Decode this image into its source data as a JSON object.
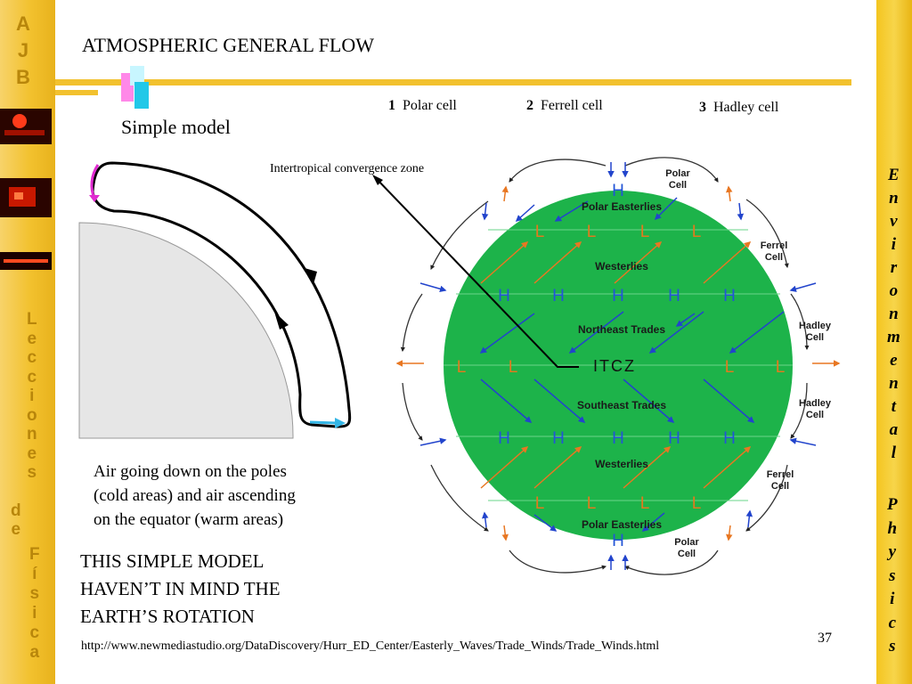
{
  "slide": {
    "title": "ATMOSPHERIC GENERAL FLOW",
    "subtitle": "Simple model",
    "page_number": "37",
    "url": "http://www.newmediastudio.org/DataDiscovery/Hurr_ED_Center/Easterly_Waves/Trade_Winds/Trade_Winds.html"
  },
  "left_strip": {
    "top_letters": [
      "A",
      "J",
      "B"
    ],
    "lecciones": [
      "L",
      "e",
      "c",
      "c",
      "i",
      "o",
      "n",
      "e",
      "s"
    ],
    "de": [
      "d",
      "e"
    ],
    "fisica": [
      "F",
      "í",
      "s",
      "i",
      "c",
      "a"
    ]
  },
  "right_strip": {
    "environmental": [
      "E",
      "n",
      "v",
      "i",
      "r",
      "o",
      "n",
      "m",
      "e",
      "n",
      "t",
      "a",
      "l"
    ],
    "physics": [
      "P",
      "h",
      "y",
      "s",
      "i",
      "c",
      "s"
    ]
  },
  "cells_legend": [
    {
      "num": "1",
      "label": "Polar cell"
    },
    {
      "num": "2",
      "label": "Ferrell cell"
    },
    {
      "num": "3",
      "label": "Hadley cell"
    }
  ],
  "simple_model": {
    "caption_lines": [
      "Air going down on the poles",
      "(cold areas) and air ascending",
      "on the equator (warm areas)"
    ],
    "warning_lines": [
      "THIS SIMPLE MODEL",
      "HAVEN’T IN MIND THE",
      "EARTH’S ROTATION"
    ]
  },
  "globe": {
    "itcz_callout": "Intertropical convergence zone",
    "itcz_label": "ITCZ",
    "band_labels": [
      "Polar Easterlies",
      "Westerlies",
      "Northeast Trades",
      "Southeast Trades",
      "Westerlies",
      "Polar Easterlies"
    ],
    "cell_labels": {
      "polar_top": [
        "Polar",
        "Cell"
      ],
      "ferrel_top": [
        "Ferrel",
        "Cell"
      ],
      "hadley_top": [
        "Hadley",
        "Cell"
      ],
      "hadley_bottom": [
        "Hadley",
        "Cell"
      ],
      "ferrel_bottom": [
        "Ferrel",
        "Cell"
      ],
      "polar_bottom": [
        "Polar",
        "Cell"
      ]
    },
    "high": "H",
    "low": "L",
    "colors": {
      "globe": "#1db34a",
      "high": "#2255d6",
      "low": "#e07a1e",
      "arrow_blue": "#2244cc",
      "arrow_orange": "#e87722"
    }
  }
}
